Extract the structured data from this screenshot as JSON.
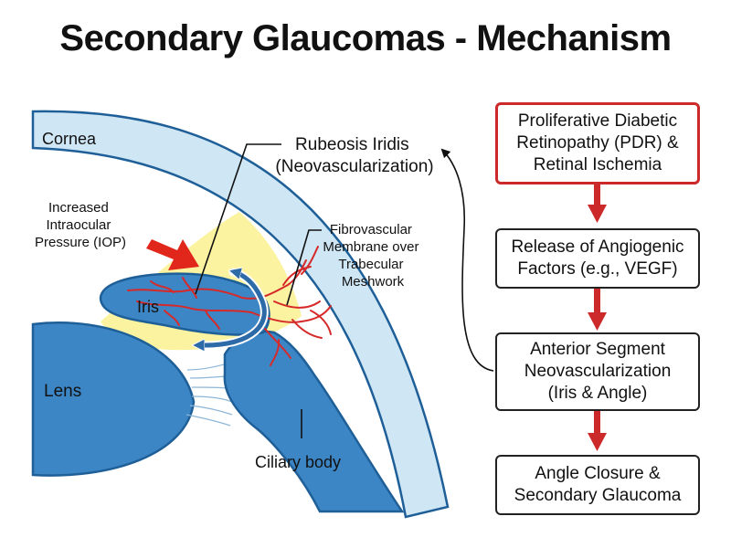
{
  "title": "Secondary Glaucomas - Mechanism",
  "labels": {
    "cornea": "Cornea",
    "iop": [
      "Increased",
      "Intraocular",
      "Pressure (IOP)"
    ],
    "iris": "Iris",
    "lens": "Lens",
    "rubeosis": [
      "Rubeosis Iridis",
      "(Neovascularization)"
    ],
    "fibro": [
      "Fibrovascular",
      "Membrane over",
      "Trabecular",
      "Meshwork"
    ],
    "ciliary": "Ciliary body"
  },
  "flow": [
    "Proliferative Diabetic\nRetinopathy (PDR) &\nRetinal Ischemia",
    "Release of Angiogenic\nFactors (e.g., VEGF)",
    "Anterior Segment\nNeovascularization\n(Iris & Angle)",
    "Angle Closure &\nSecondary Glaucoma"
  ],
  "colors": {
    "tissue_blue": "#3d86c6",
    "cornea_blue": "#cfe6f5",
    "outline": "#1f5f98",
    "vessel_red": "#d62a2a",
    "yellow": "#fbf3a0",
    "flow_red": "#cc2a2a"
  },
  "icons": [
    "red-arrow-icon",
    "blue-circular-arrow-icon"
  ]
}
